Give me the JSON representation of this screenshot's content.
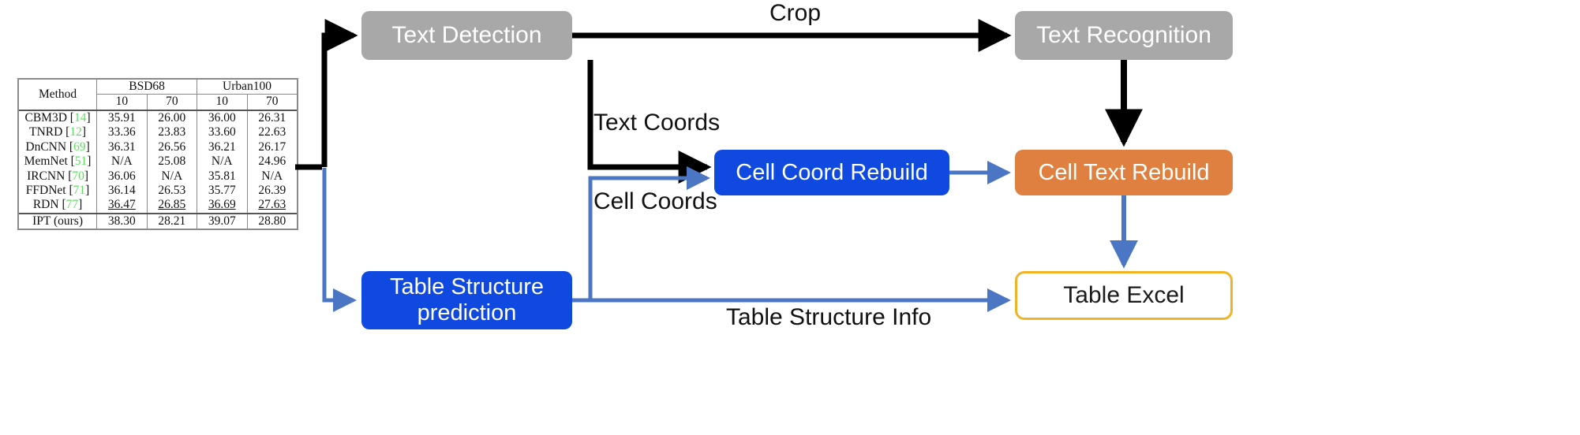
{
  "diagram": {
    "nodes": [
      {
        "id": "text-detection",
        "label": "Text Detection",
        "style": "gray"
      },
      {
        "id": "text-recognition",
        "label": "Text Recognition",
        "style": "gray"
      },
      {
        "id": "cell-coord-rebuild",
        "label": "Cell Coord Rebuild",
        "style": "blue"
      },
      {
        "id": "cell-text-rebuild",
        "label": "Cell Text Rebuild",
        "style": "orange"
      },
      {
        "id": "table-structure-prediction",
        "label": "Table Structure prediction",
        "style": "blue"
      },
      {
        "id": "table-excel",
        "label": "Table Excel",
        "style": "outline"
      }
    ],
    "edge_labels": [
      {
        "id": "crop",
        "text": "Crop"
      },
      {
        "id": "text-coords",
        "text": "Text Coords"
      },
      {
        "id": "cell-coords",
        "text": "Cell Coords"
      },
      {
        "id": "table-structure-info",
        "text": "Table Structure Info"
      }
    ],
    "colors": {
      "gray_node": "#a8a8a8",
      "blue_node": "#1049e0",
      "orange_node": "#e08040",
      "excel_border": "#f0b429",
      "black_arrow": "#000000",
      "blue_arrow": "#4a76c4"
    }
  },
  "source_table": {
    "caption": "",
    "columns": {
      "method": "Method",
      "groups": [
        {
          "name": "BSD68",
          "subs": [
            "10",
            "70"
          ]
        },
        {
          "name": "Urban100",
          "subs": [
            "10",
            "70"
          ]
        }
      ]
    },
    "rows": [
      {
        "method": "CBM3D",
        "ref": "14",
        "values": [
          "35.91",
          "26.00",
          "36.00",
          "26.31"
        ],
        "style": "normal"
      },
      {
        "method": "TNRD",
        "ref": "12",
        "values": [
          "33.36",
          "23.83",
          "33.60",
          "22.63"
        ],
        "style": "normal"
      },
      {
        "method": "DnCNN",
        "ref": "69",
        "values": [
          "36.31",
          "26.56",
          "36.21",
          "26.17"
        ],
        "style": "normal"
      },
      {
        "method": "MemNet",
        "ref": "51",
        "values": [
          "N/A",
          "25.08",
          "N/A",
          "24.96"
        ],
        "style": "normal"
      },
      {
        "method": "IRCNN",
        "ref": "70",
        "values": [
          "36.06",
          "N/A",
          "35.81",
          "N/A"
        ],
        "style": "normal"
      },
      {
        "method": "FFDNet",
        "ref": "71",
        "values": [
          "36.14",
          "26.53",
          "35.77",
          "26.39"
        ],
        "style": "normal"
      },
      {
        "method": "RDN",
        "ref": "77",
        "values": [
          "36.47",
          "26.85",
          "36.69",
          "27.63"
        ],
        "style": "underline"
      },
      {
        "method": "IPT (ours)",
        "ref": "",
        "values": [
          "38.30",
          "28.21",
          "39.07",
          "28.80"
        ],
        "style": "bold"
      }
    ]
  }
}
